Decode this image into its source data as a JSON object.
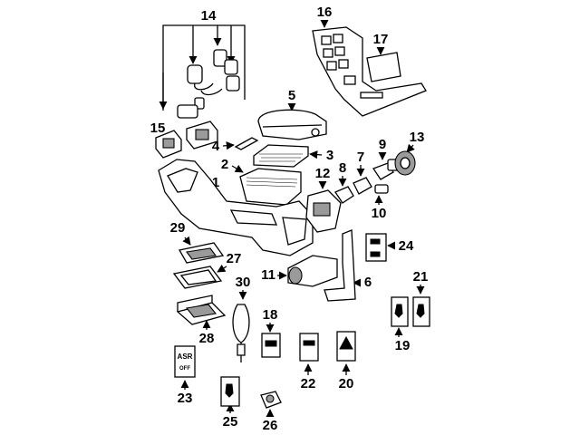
{
  "callouts": {
    "c1": "1",
    "c2": "2",
    "c3": "3",
    "c4": "4",
    "c5": "5",
    "c6": "6",
    "c7": "7",
    "c8": "8",
    "c9": "9",
    "c10": "10",
    "c11": "11",
    "c12": "12",
    "c13": "13",
    "c14": "14",
    "c15": "15",
    "c16": "16",
    "c17": "17",
    "c18": "18",
    "c19": "19",
    "c20": "20",
    "c21": "21",
    "c22": "22",
    "c23": "23",
    "c24": "24",
    "c25": "25",
    "c26": "26",
    "c27": "27",
    "c28": "28",
    "c29": "29",
    "c30": "30"
  },
  "switch_23": {
    "line1": "ASR",
    "line2": "OFF"
  }
}
